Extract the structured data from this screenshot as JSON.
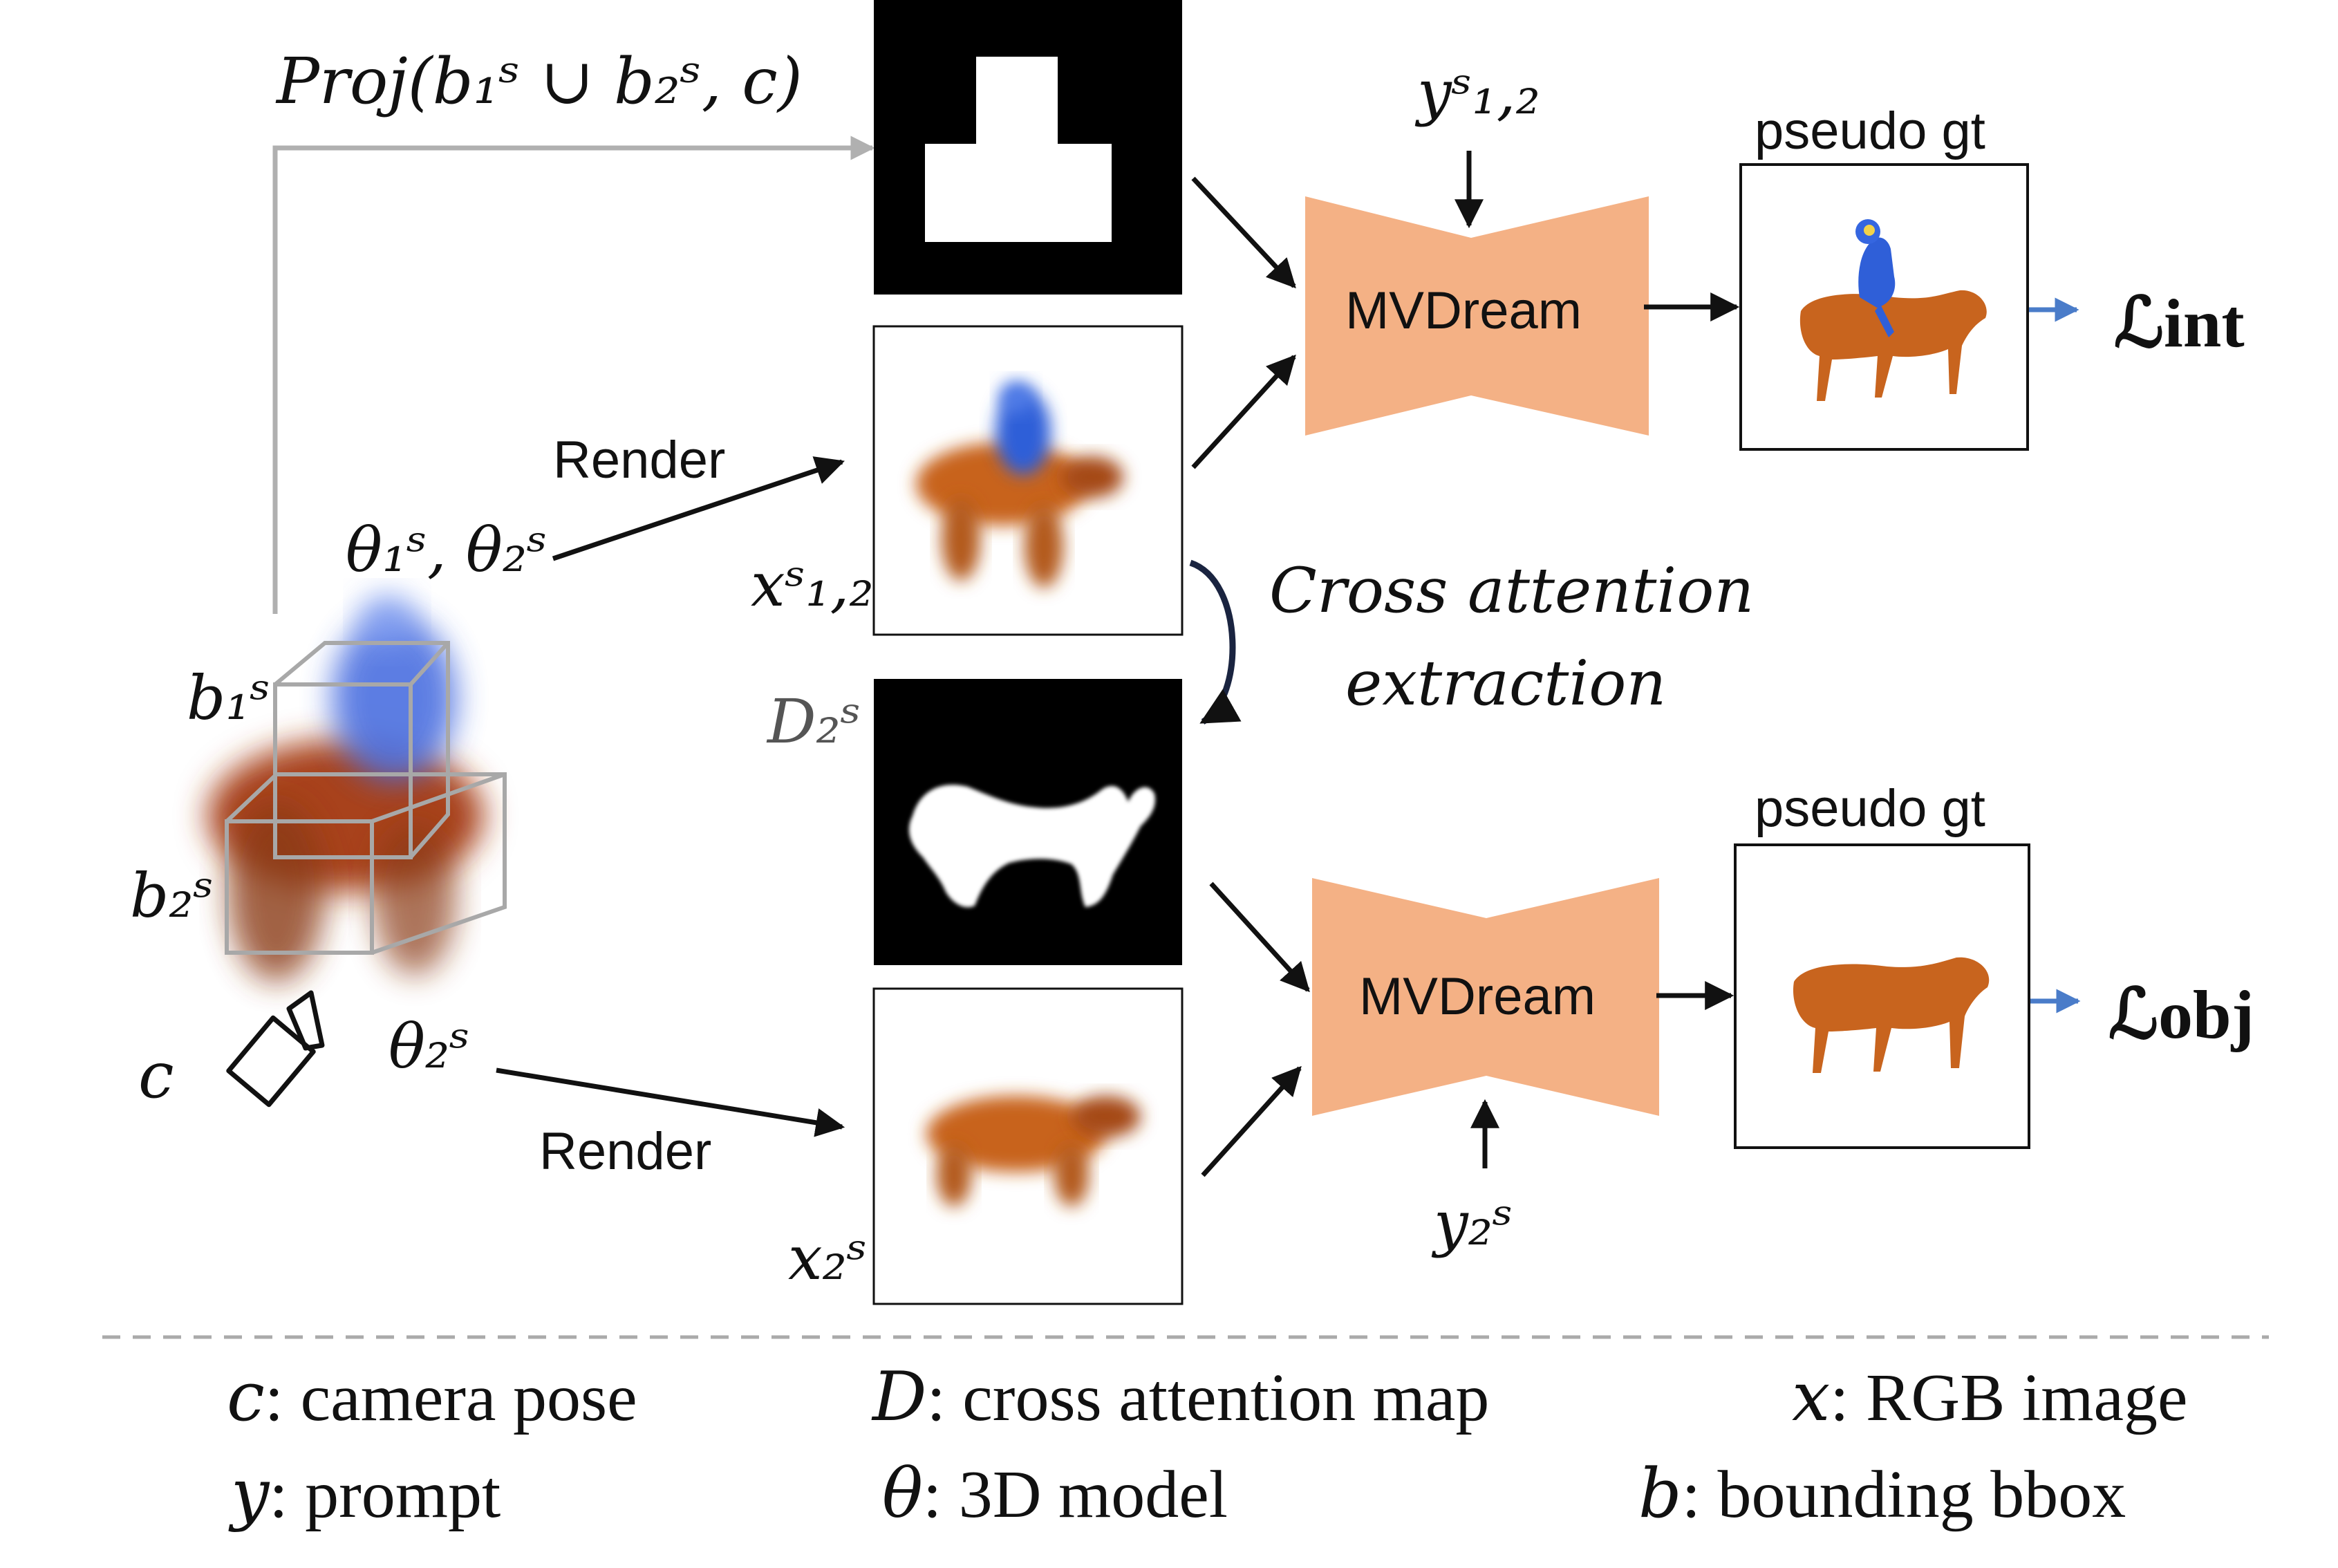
{
  "top_formula": "Proj(b₁ˢ ∪ b₂ˢ, c)",
  "labels": {
    "render_top": "Render",
    "render_bottom": "Render",
    "theta12": "θ₁ˢ, θ₂ˢ",
    "theta2": "θ₂ˢ",
    "b1": "b₁ˢ",
    "b2": "b₂ˢ",
    "c": "c",
    "x12": "xˢ₁,₂",
    "x2": "x₂ˢ",
    "D2": "D₂ˢ",
    "y12": "yˢ₁,₂",
    "y2": "y₂ˢ",
    "cross_attention_line1": "Cross attention",
    "cross_attention_line2": "extraction",
    "pseudo_gt_top": "pseudo gt",
    "pseudo_gt_bottom": "pseudo gt",
    "loss_int": "ℒint",
    "loss_obj": "ℒobj"
  },
  "mvdream_top": "MVDream",
  "mvdream_bottom": "MVDream",
  "legend": [
    {
      "sym": "c",
      "text": ": camera pose"
    },
    {
      "sym": "D",
      "text": ": cross attention map"
    },
    {
      "sym": "x",
      "text": ": RGB image"
    },
    {
      "sym": "y",
      "text": ": prompt"
    },
    {
      "sym": "θ",
      "text": ": 3D model"
    },
    {
      "sym": "b",
      "text": ": bounding bbox"
    }
  ],
  "colors": {
    "mvdream_fill": "#f4b185",
    "arrow": "#111111",
    "gray_line": "#b0b0b0",
    "loss_arrow": "#4a7cc9",
    "horse": "#c8641e",
    "rider": "#2f5fd8",
    "dashed": "#aaaaaa"
  }
}
